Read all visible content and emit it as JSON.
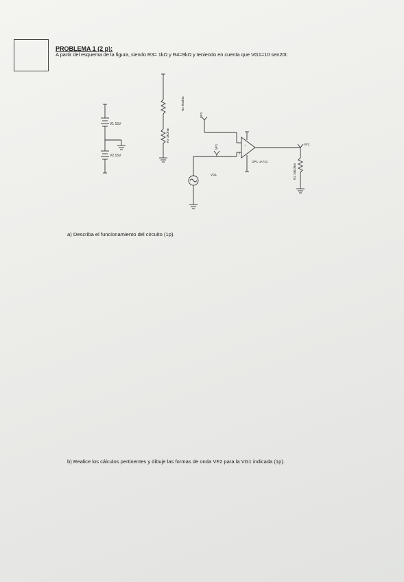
{
  "problem": {
    "title": "PROBLEMA 1 (2 p):",
    "statement": "A partir del esquema de la figura, siendo R3= 1kΩ y R4=9kΩ y teniendo en cuenta que VG1=10 sen20t:"
  },
  "circuit": {
    "labels": {
      "v1": "V1 15V",
      "v2": "V2 15V",
      "r3": "R3 1kOhm",
      "r4": "R4 9kOhm",
      "r2": "R2 10kOhm",
      "vf1": "VF1",
      "vf2": "VF2",
      "vf3": "VF3",
      "vg1": "VG1",
      "op": "OP1 uA741"
    }
  },
  "questions": {
    "a": "a)  Describa el funcionamiento del circuito (1p).",
    "b": "b)  Realice los cálculos pertinentes y dibuje las formas de onda VF2 para la VG1 indicada (1p)."
  }
}
